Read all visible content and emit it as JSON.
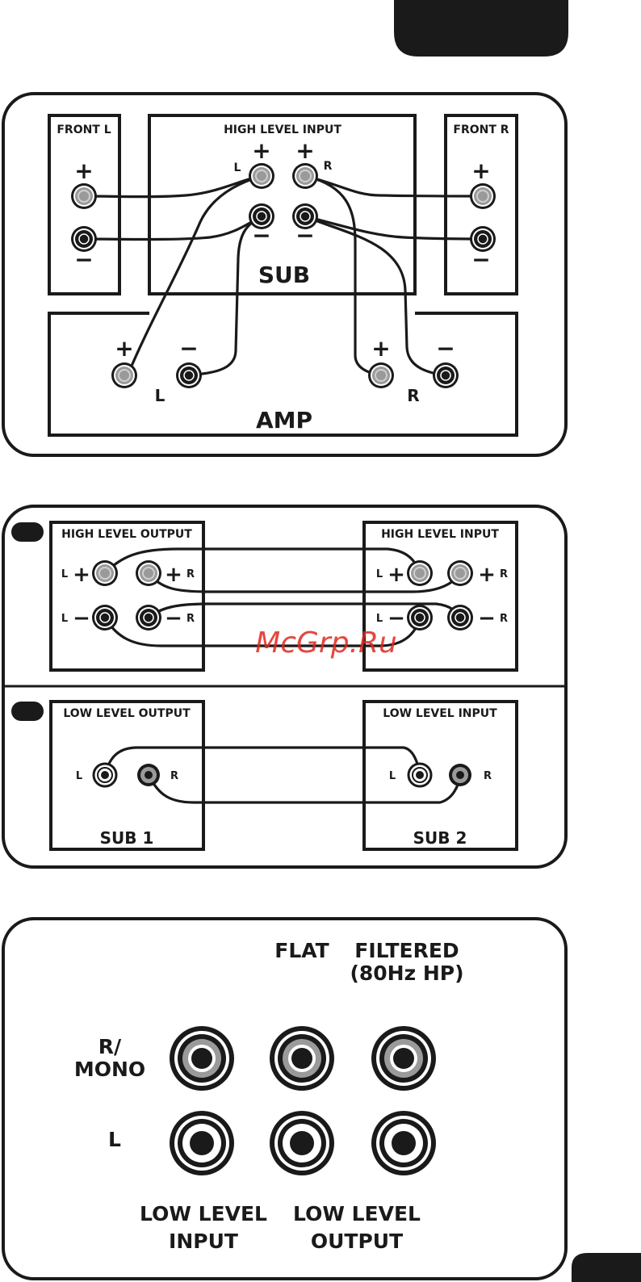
{
  "diagram1": {
    "front_l": "FRONT L",
    "front_r": "FRONT R",
    "high_level_input": "HIGH LEVEL INPUT",
    "sub": "SUB",
    "amp": "AMP",
    "plus": "+",
    "minus": "−",
    "l": "L",
    "r": "R"
  },
  "diagram2": {
    "high_level_output": "HIGH LEVEL OUTPUT",
    "high_level_input": "HIGH LEVEL INPUT",
    "low_level_output": "LOW LEVEL OUTPUT",
    "low_level_input": "LOW LEVEL INPUT",
    "sub1": "SUB 1",
    "sub2": "SUB 2",
    "l": "L",
    "r": "R",
    "plus": "+",
    "minus": "−"
  },
  "diagram3": {
    "flat": "FLAT",
    "filtered": "FILTERED",
    "filtered_sub": "(80Hz HP)",
    "r_mono_1": "R/",
    "r_mono_2": "MONO",
    "l": "L",
    "low_level_input_1": "LOW LEVEL",
    "low_level_input_2": "INPUT",
    "low_level_output_1": "LOW LEVEL",
    "low_level_output_2": "OUTPUT"
  },
  "watermark": "McGrp.Ru",
  "colors": {
    "ink": "#1a1a1a",
    "terminal_grey": "#9a9a9a",
    "watermark": "#e0281e"
  }
}
